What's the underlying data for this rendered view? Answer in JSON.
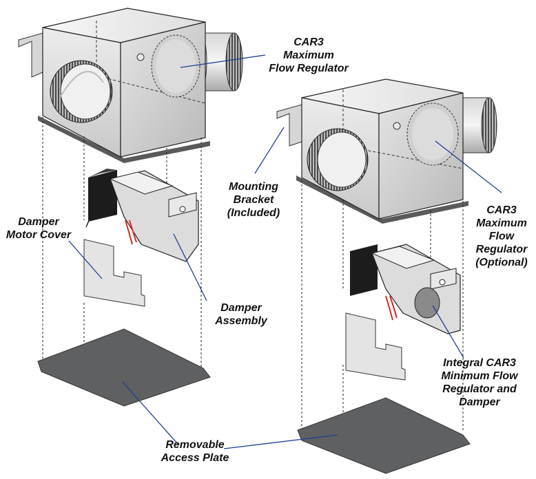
{
  "colors": {
    "leader": "#1f3f8f",
    "box_front": "#d9d9d9",
    "box_side": "#c4c4c4",
    "box_top": "#efefef",
    "plate": "#5f6062",
    "motor": "#1c1c1c",
    "wire_red": "#d8291f"
  },
  "labels": {
    "car3_max_left": [
      "CAR3",
      "Maximum",
      "Flow Regulator"
    ],
    "mounting_bracket": [
      "Mounting",
      "Bracket",
      "(Included)"
    ],
    "damper_motor_cover": [
      "Damper",
      "Motor Cover"
    ],
    "damper_assembly": [
      "Damper",
      "Assembly"
    ],
    "car3_max_right": [
      "CAR3",
      "Maximum",
      "Flow",
      "Regulator",
      "(Optional)"
    ],
    "integral_car3": [
      "Integral CAR3",
      "Minimum Flow",
      "Regulator and",
      "Damper"
    ],
    "removable_plate": [
      "Removable",
      "Access Plate"
    ]
  }
}
